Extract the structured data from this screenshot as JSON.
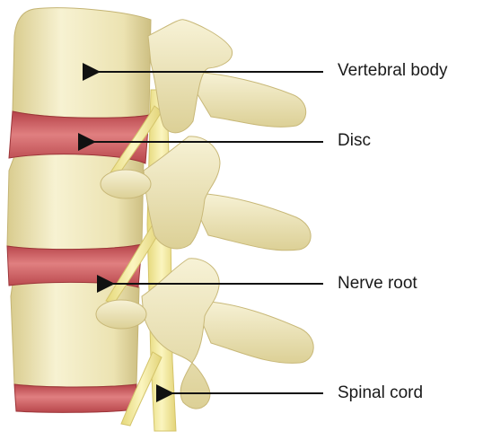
{
  "labels": {
    "vertebral_body": "Vertebral body",
    "disc": "Disc",
    "nerve_root": "Nerve root",
    "spinal_cord": "Spinal cord"
  },
  "colors": {
    "bone_light": "#f6f0c8",
    "bone": "#e7dca3",
    "bone_shadow": "#c8b878",
    "disc_red": "#cf5f63",
    "disc_dark": "#a8383d",
    "nerve_yellow": "#f3ea9a",
    "arrow": "#111111"
  }
}
